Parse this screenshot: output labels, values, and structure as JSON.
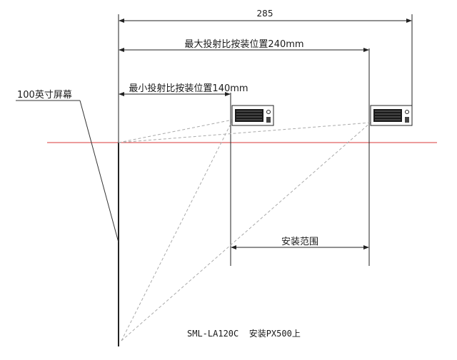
{
  "dimensions": {
    "total_label": "285",
    "max_label": "最大投射比按装位置240mm",
    "min_label": "最小投射比按装位置140mm",
    "range_label": "安装范围"
  },
  "screen": {
    "label": "100英寸屏幕"
  },
  "caption": "SML-LA120C  安装PX500上",
  "colors": {
    "horizon_line": "#d9383a",
    "ray_line": "#aaaaaa",
    "ink": "#222222"
  },
  "icons": {
    "projector_near": "projector-icon",
    "projector_far": "projector-icon"
  }
}
